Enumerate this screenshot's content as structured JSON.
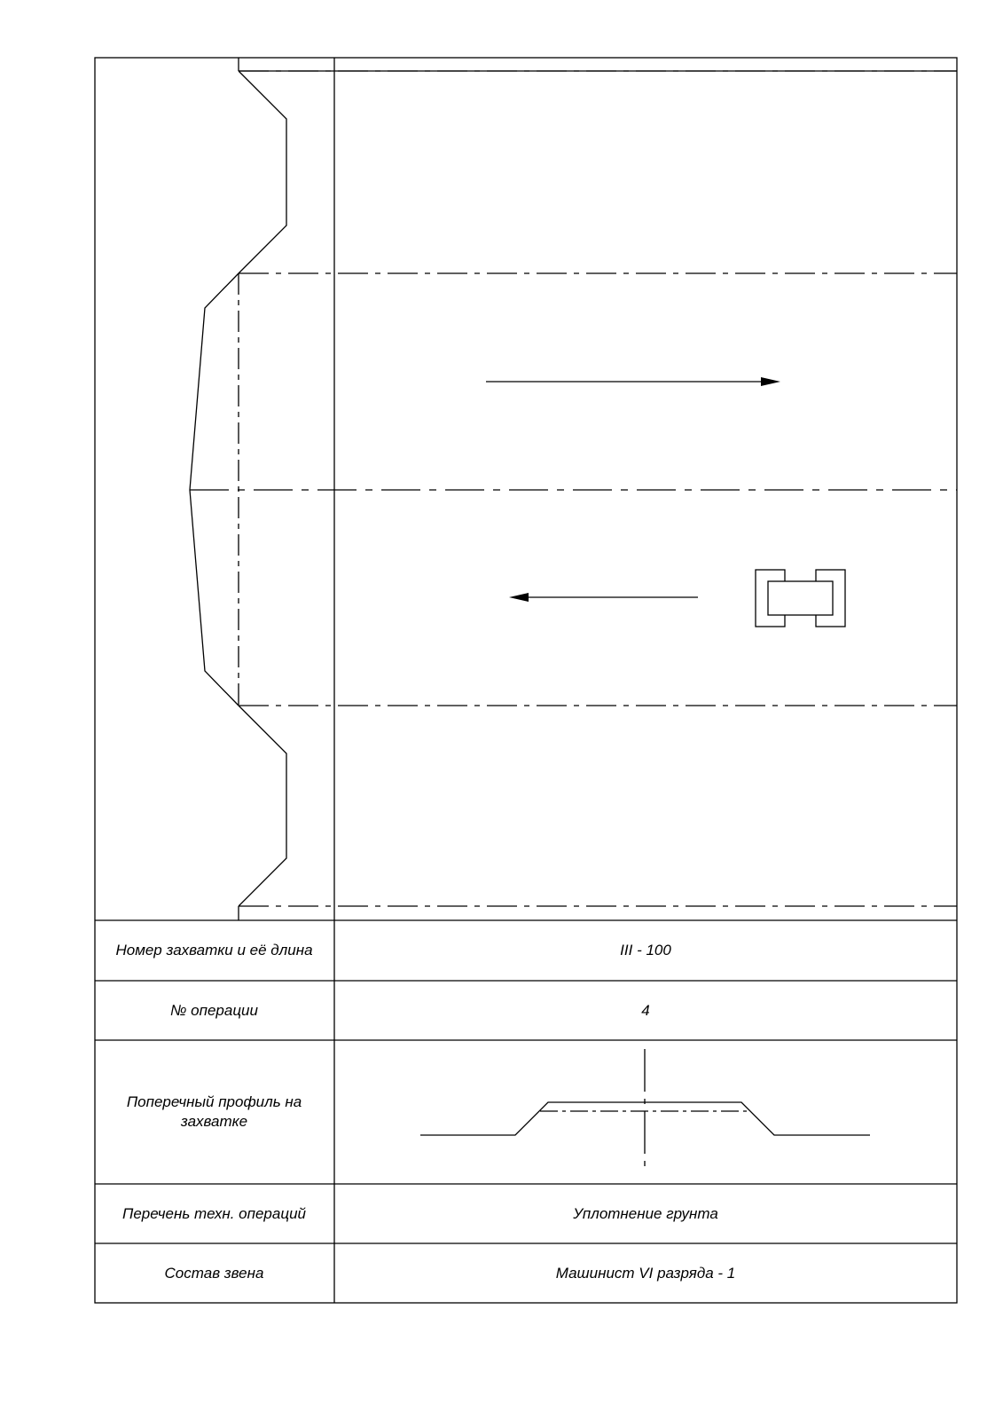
{
  "table": {
    "rows": [
      {
        "label": "Номер захватки и её длина",
        "value": "III - 100"
      },
      {
        "label": "№ операции",
        "value": "4"
      },
      {
        "label": "Поперечный профиль на захватке",
        "value": ""
      },
      {
        "label": "Перечень техн. операций",
        "value": "Уплотнение грунта"
      },
      {
        "label": "Состав звена",
        "value": "Машинист VI разряда - 1"
      }
    ]
  },
  "plan": {
    "arrows": [
      {
        "direction": "right",
        "icon": "arrow-right-icon"
      },
      {
        "direction": "left",
        "icon": "arrow-left-icon"
      }
    ],
    "machine_icon": "roller-compactor-icon"
  },
  "colors": {
    "line": "#000000",
    "background": "#ffffff"
  }
}
